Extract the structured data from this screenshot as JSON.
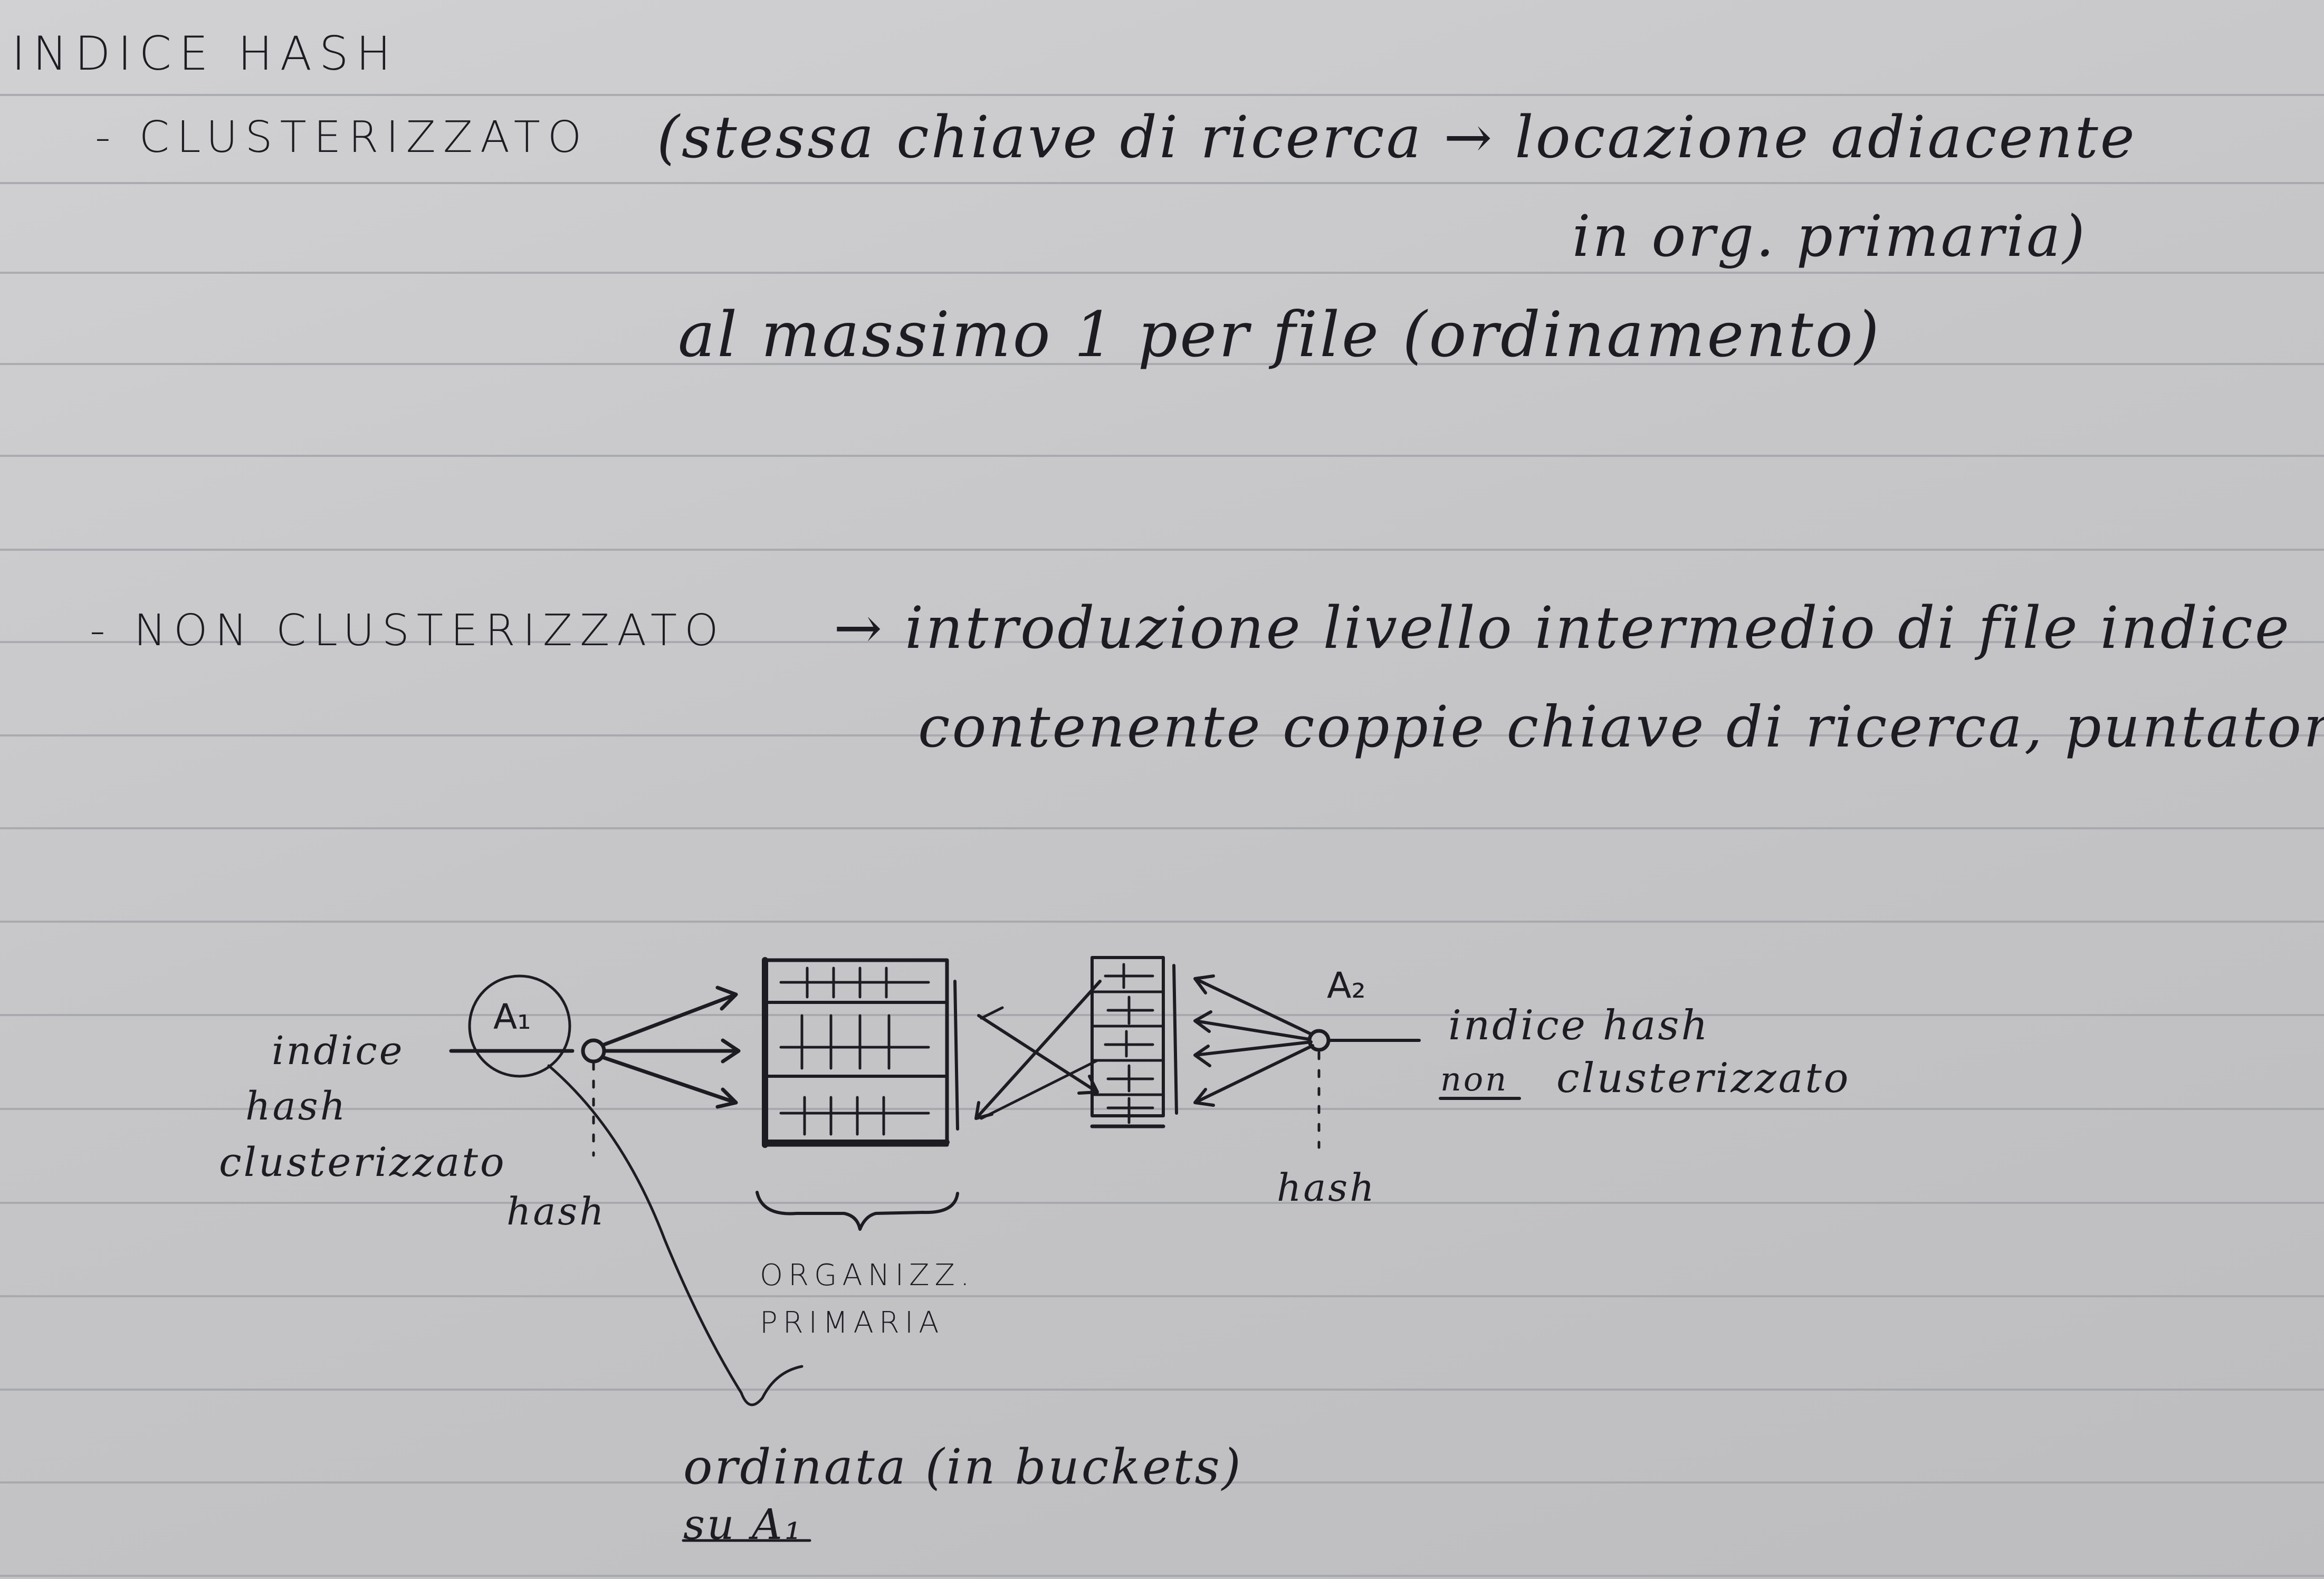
{
  "title": "INDICE HASH",
  "clustered": {
    "heading": "- CLUSTERIZZATO",
    "line1": "(stessa chiave di ricerca → locazione adiacente",
    "line2": "in org. primaria)",
    "line3": "al massimo 1 per file (ordinamento)"
  },
  "non_clustered": {
    "heading": "- NON CLUSTERIZZATO",
    "line1": "→ introduzione livello intermedio di file indice",
    "line2": "contenente coppie chiave di ricerca, puntatore"
  },
  "diagram": {
    "attr_a1": "A₁",
    "attr_a2": "A₂",
    "left_caption": [
      "indice",
      "hash",
      "clusterizzato"
    ],
    "hash_left": "hash",
    "hash_right": "hash",
    "right_caption_line1": "indice hash",
    "right_caption_non": "non",
    "right_caption_rest": "clusterizzato",
    "org_label_1": "ORGANIZZ.",
    "org_label_2": "PRIMARIA",
    "note_line1": "ordinata (in buckets)",
    "note_line2": "su A₁"
  }
}
